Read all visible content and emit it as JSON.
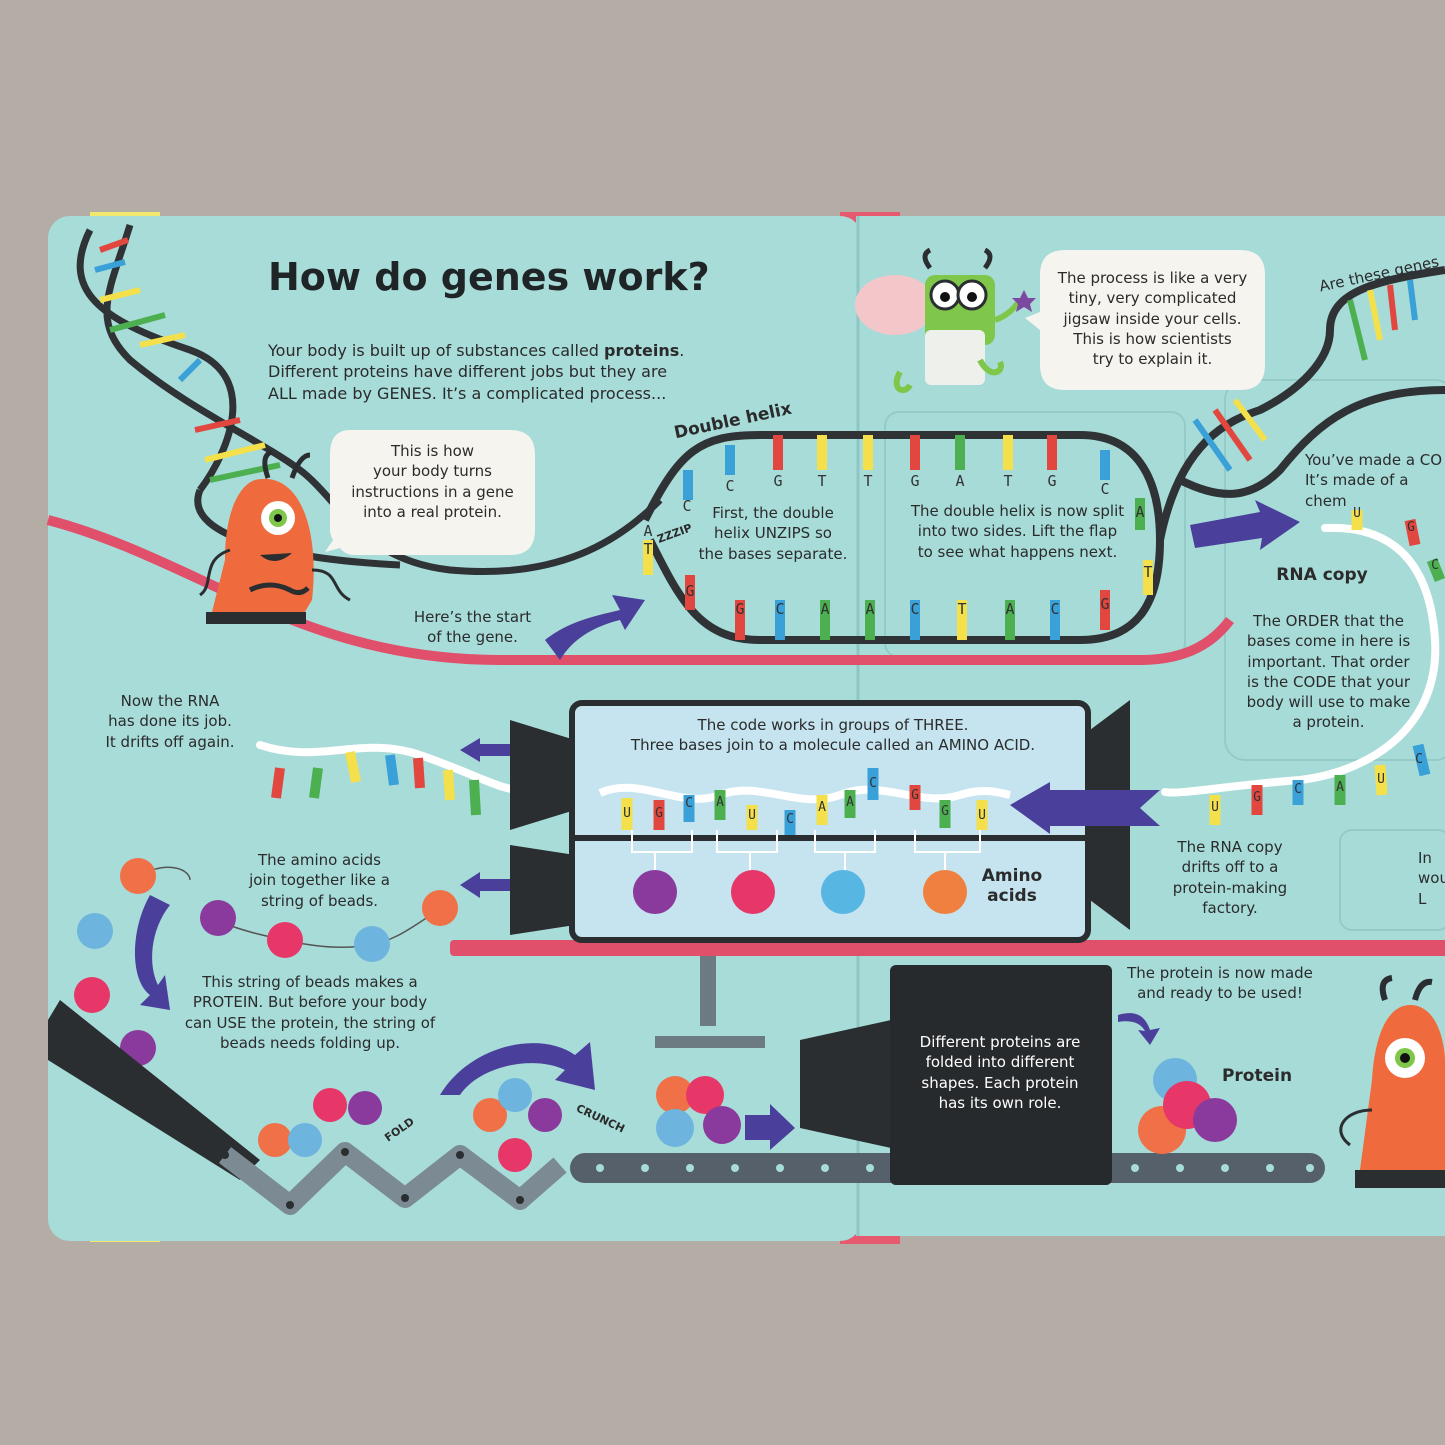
{
  "title": "How do genes work?",
  "intro": {
    "before": "Your body is built up of substances called ",
    "bold": "proteins",
    "after": ".\nDifferent proteins have different jobs but they are\nALL made by GENES. It’s a complicated process..."
  },
  "bubble_left": "This is how\nyour body turns\ninstructions in a gene\ninto a real protein.",
  "bubble_right": "The process is like a very\ntiny, very complicated\njigsaw inside your cells.\nThis is how scientists\ntry to explain it.",
  "label_double_helix": "Double helix",
  "sound_zzzip": "ZZZIP",
  "text_unzips": "First, the double\nhelix UNZIPS so\nthe bases separate.",
  "text_split": "The double helix is now split\ninto two sides. Lift the flap\nto see what happens next.",
  "text_start": "Here’s the start\nof the gene.",
  "cut_top_right": "Are these genes",
  "cut_copy": "You’ve made a CO\nIt’s made of a chem",
  "label_rna_copy": "RNA copy",
  "text_order": "The ORDER that the\nbases come in here is\nimportant. That order\nis the CODE that your\nbody will use to make\na protein.",
  "text_rna_done": "Now the RNA\nhas done its job.\nIt drifts off again.",
  "text_code": "The code works in groups of THREE.\nThree bases join to a molecule called an AMINO ACID.",
  "label_amino": "Amino\nacids",
  "text_factory": "The RNA copy\ndrifts off to a\nprotein-making\nfactory.",
  "cut_right_mid": "In\nwou\nL",
  "text_beads": "The amino acids\njoin together like a\nstring of beads.",
  "text_fold": "This string of beads makes a\nPROTEIN. But before your body\ncan USE the protein, the string of\nbeads needs folding up.",
  "sound_fold": "FOLD",
  "sound_crunch": "CRUNCH",
  "text_flap": "Different proteins are\nfolded into different\nshapes. Each protein\nhas its own role.",
  "text_made": "The protein is now made\nand ready to be used!",
  "label_protein": "Protein",
  "top_strand_bases": [
    "C",
    "C",
    "G",
    "T",
    "T",
    "G",
    "A",
    "T",
    "G",
    "C",
    "A"
  ],
  "bottom_strand_bases": [
    "A",
    "T",
    "G",
    "G",
    "C",
    "A",
    "A",
    "C",
    "T",
    "A",
    "C",
    "G",
    "T"
  ],
  "codon_bases": [
    "U",
    "G",
    "C",
    "A",
    "U",
    "C",
    "A",
    "A",
    "C",
    "G",
    "G",
    "U"
  ],
  "rna_copy_bases_right": [
    "U",
    "G",
    "C",
    "A",
    "U",
    "C"
  ],
  "rna_copy_bases_curve": [
    "U",
    "G",
    "C"
  ],
  "colors": {
    "page": "#a8dcd9",
    "strand": "#2f3336",
    "pink_rail": "#e0506a",
    "base_red": "#e2473f",
    "base_blue": "#3aa0d8",
    "base_green": "#4caf50",
    "base_yellow": "#f3e04a",
    "arrow_purple": "#4a3f9a",
    "monster": "#ef6a3c",
    "flap_dark": "#262a2c"
  }
}
